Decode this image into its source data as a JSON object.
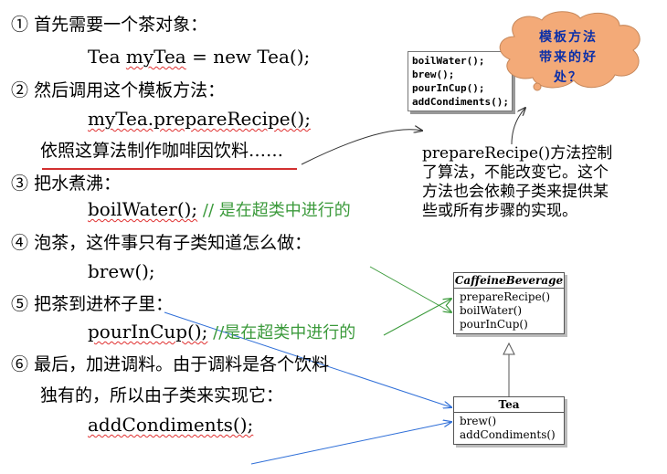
{
  "steps": [
    {
      "num": "①",
      "text": "首先需要一个茶对象："
    },
    {
      "num": "②",
      "text": "然后调用这个模板方法："
    },
    {
      "num": "③",
      "text": "把水煮沸："
    },
    {
      "num": "④",
      "text": "泡茶，这件事只有子类知道怎么做："
    },
    {
      "num": "⑤",
      "text": "把茶到进杯子里："
    },
    {
      "num": "⑥",
      "text": "最后，加进调料。由于调料是各个饮料"
    }
  ],
  "step6_cont": "独有的，所以由子类来实现它：",
  "explain_line": "依照这算法制作咖啡因饮料……",
  "code": {
    "new_tea_a": "Tea ",
    "new_tea_var": "myTea",
    "new_tea_b": " = new Tea();",
    "prepare": "myTea.prepareRecipe();",
    "boil": "boilWater();",
    "boil_comment": " // 是在超类中进行的",
    "brew": "brew();",
    "pour": "pourInCup();",
    "pour_comment": " //是在超类中进行的",
    "condiments": "addCondiments();"
  },
  "method_box": [
    "boilWater();",
    "brew();",
    "pourInCup();",
    "addCondiments();"
  ],
  "callout_lines": [
    "模板方法",
    "带来的好",
    "处？"
  ],
  "note": "prepareRecipe()方法控制了算法，不能改变它。这个方法也会依赖子类来提供某些或所有步骤的实现。",
  "caffeine_class": {
    "name": "CaffeineBeverage",
    "methods": [
      "prepareRecipe()",
      "boilWater()",
      "pourInCup()"
    ]
  },
  "tea_class": {
    "name": "Tea",
    "methods": [
      "brew()",
      "addCondiments()"
    ]
  },
  "colors": {
    "arrow_green": "#3a9a3a",
    "arrow_blue": "#2f6fd8",
    "strike_red": "#d23030",
    "cloud_fill": "#f3aa78",
    "cloud_text": "#0b2fa8",
    "comment_green": "#3b9a3b"
  }
}
